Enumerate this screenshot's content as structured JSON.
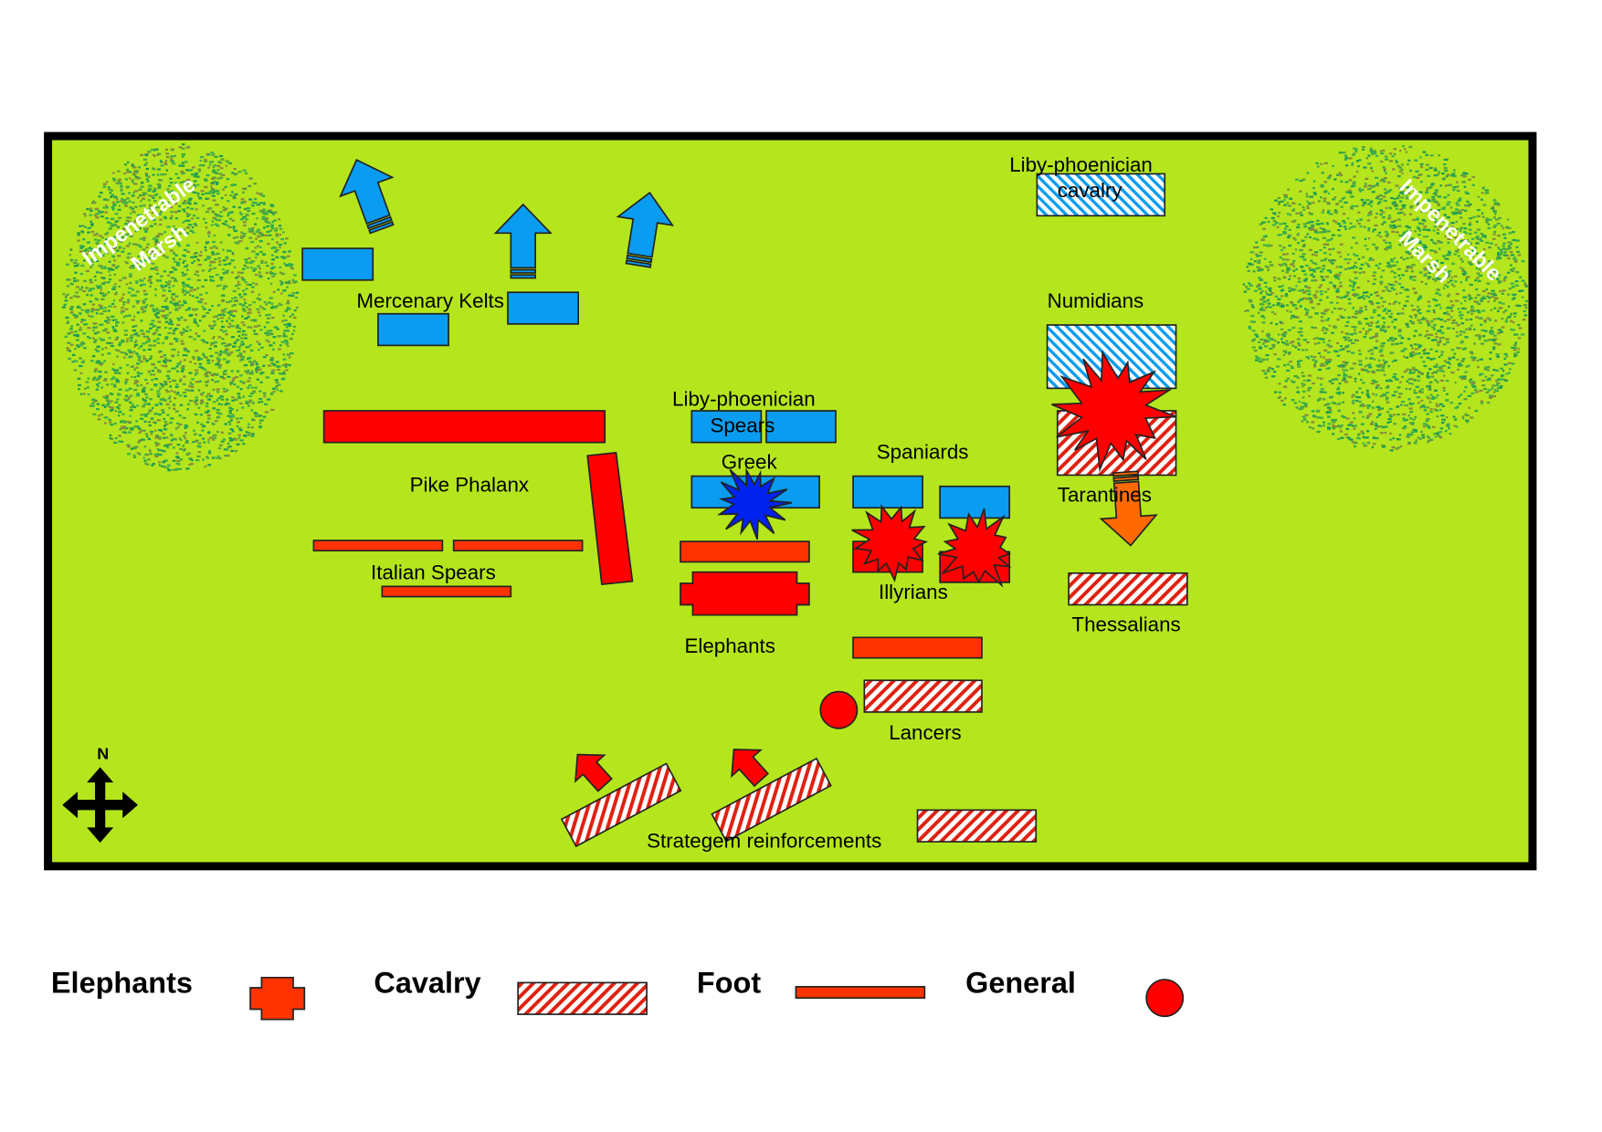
{
  "map": {
    "marsh_labels": {
      "left": [
        "Impenetrable",
        "Marsh"
      ],
      "right": [
        "Impenetrable",
        "Marsh"
      ]
    },
    "units": {
      "mercenary_kelts": "Mercenary Kelts",
      "pike_phalanx": "Pike Phalanx",
      "italian_spears": "Italian Spears",
      "liby_spears": [
        "Liby-phoenician",
        "Spears"
      ],
      "greek": "Greek",
      "elephants": "Elephants",
      "spaniards": "Spaniards",
      "illyrians": "Illyrians",
      "lancers": "Lancers",
      "liby_cavalry": [
        "Liby-phoenician",
        "cavalry"
      ],
      "numidians": "Numidians",
      "tarantines": "Tarantines",
      "thessalians": "Thessalians",
      "strategem": "Strategem reinforcements"
    },
    "compass_label": "N"
  },
  "legend": {
    "elephants": "Elephants",
    "cavalry": "Cavalry",
    "foot": "Foot",
    "general": "General"
  },
  "colors": {
    "field": "#b5e61d",
    "blue": "#0a9cf0",
    "red": "#ff0000",
    "foot": "#ff3300",
    "orange": "#ff6a00",
    "star_blue": "#0022ee"
  }
}
